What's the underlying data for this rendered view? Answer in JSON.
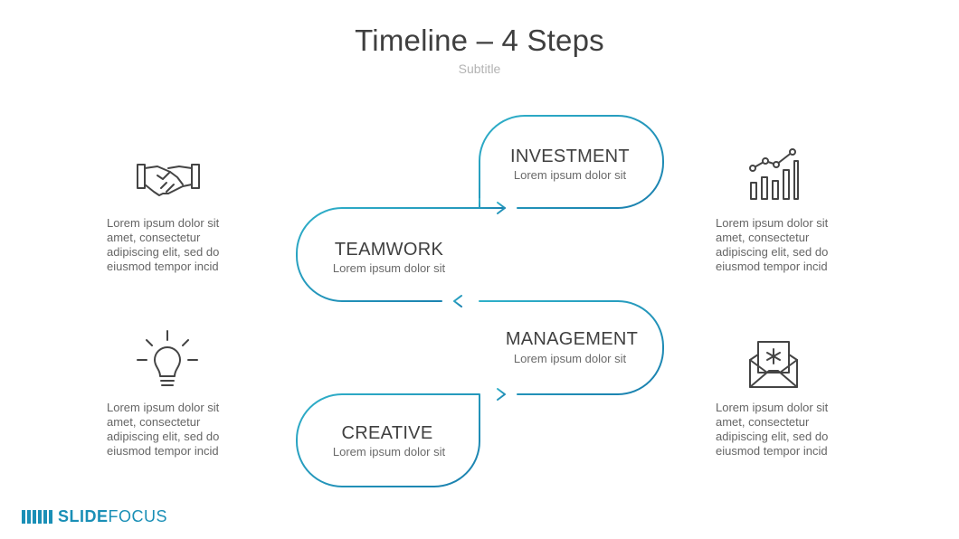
{
  "header": {
    "title": "Timeline – 4 Steps",
    "subtitle": "Subtitle"
  },
  "steps": [
    {
      "title": "INVESTMENT",
      "subtitle": "Lorem ipsum dolor sit"
    },
    {
      "title": "TEAMWORK",
      "subtitle": "Lorem ipsum dolor sit"
    },
    {
      "title": "MANAGEMENT",
      "subtitle": "Lorem ipsum dolor sit"
    },
    {
      "title": "CREATIVE",
      "subtitle": "Lorem ipsum dolor sit"
    }
  ],
  "side_items": [
    {
      "icon": "handshake-icon",
      "lines": [
        "Lorem ipsum dolor sit",
        "amet, consectetur",
        "adipiscing elit, sed do",
        "eiusmod tempor incid"
      ]
    },
    {
      "icon": "growth-chart-icon",
      "lines": [
        "Lorem ipsum dolor sit",
        "amet, consectetur",
        "adipiscing elit, sed do",
        "eiusmod tempor incid"
      ]
    },
    {
      "icon": "lightbulb-icon",
      "lines": [
        "Lorem ipsum dolor sit",
        "amet, consectetur",
        "adipiscing elit, sed do",
        "eiusmod tempor incid"
      ]
    },
    {
      "icon": "envelope-letter-icon",
      "lines": [
        "Lorem ipsum dolor sit",
        "amet, consectetur",
        "adipiscing elit, sed do",
        "eiusmod tempor incid"
      ]
    }
  ],
  "logo": {
    "bold": "SLIDE",
    "regular": "FOCUS"
  },
  "colors": {
    "accent": "#1a8fb6",
    "accent_light": "#2aa3c4",
    "text": "#404040",
    "muted": "#666666"
  }
}
